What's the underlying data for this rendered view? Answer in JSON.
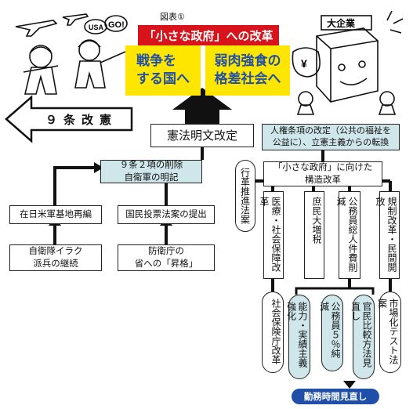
{
  "figure_label": "図表①",
  "title": "「小さな政府」への改革",
  "war_box": "戦争を\nする国へ",
  "gap_box": "弱肉強食の\n格差社会へ",
  "arrow_left_label": "９条改憲",
  "constitution": "憲法明文改定",
  "rights_revision": "人権条項の改定（公共の福祉を\n公益に）、立憲主義からの転換",
  "art9": "９条２項の削除\n自衛軍の明記",
  "usfj": "在日米軍基地再編",
  "referendum": "国民投票法案の提出",
  "sdf_iraq": "自衛隊イラク\n派兵の継続",
  "defense_ministry": "防衛庁の\n省への「昇格」",
  "reform_bill": "行革推進法案",
  "small_gov": "「小さな政府」に向けた\n構造改革",
  "col_medical": "医療・社会保障改革",
  "col_tax": "庶民大増税",
  "col_civil": "公務員総人件費削減",
  "col_deregulation": "規制改革・民間開放",
  "social_agency": "社会保険庁改革",
  "merit": "能力・実績主義強化",
  "cut5": "公務員５％純減",
  "comparison": "官民比較方法見直し",
  "market_test": "市場化テスト法案",
  "work_hours": "勤務時間見直し",
  "cartoon_text": {
    "usa": "USA",
    "go": "GO!",
    "corp": "大企業",
    "yen": "¥"
  },
  "colors": {
    "title_red": "#d8131b",
    "yellow": "#ffe600",
    "light_blue": "#cfe6ea",
    "dark_blue": "#1f4fa8",
    "line": "#111111"
  }
}
